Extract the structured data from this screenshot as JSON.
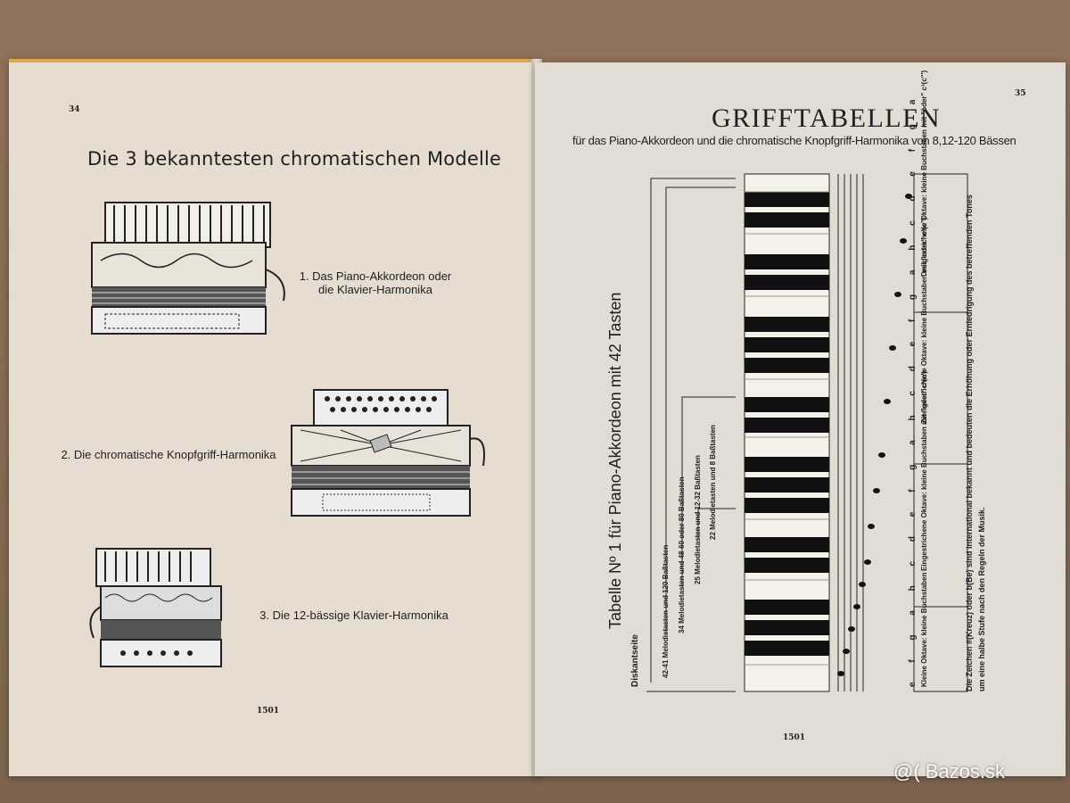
{
  "left_page": {
    "page_number": "34",
    "title": "Die 3 bekanntesten chromatischen Modelle",
    "models": [
      {
        "caption_line1": "1. Das Piano-Akkordeon oder",
        "caption_line2": "die Klavier-Harmonika"
      },
      {
        "caption_line1": "2. Die chromatische Knopfgriff-Harmonika"
      },
      {
        "caption_line1": "3. Die 12-bässige Klavier-Harmonika"
      }
    ],
    "footer_number": "1501"
  },
  "right_page": {
    "page_number": "35",
    "title": "GRIFFTABELLEN",
    "subtitle": "für das Piano-Akkordeon und die chromatische Knopfgriff-Harmonika von 8,12-120 Bässen",
    "table_title": "Tabelle Nº 1 für Piano-Akkordeon mit 42 Tasten",
    "diskant_label": "Diskantseite",
    "bracket_labels": [
      "42-41 Melodietasten und 120 Baßtasten",
      "34 Melodietasten und 48-60 oder 80 Baßtasten",
      "25 Melodietasten und 12-32 Baßtasten",
      "22 Melodietasten und 8 Baßtasten"
    ],
    "octave_labels": [
      "Kleine Oktave: kleine Buchstaben",
      "Eingestrichene Oktave: kleine Buchstaben mit \"oder\" c¹(c')",
      "Zweigestrichene Oktave: kleine Buchstaben mit \"oder\" c²(c'')",
      "Dreigestrichene Oktave: kleine Buchstaben mit \"oder\" c³(c''')"
    ],
    "note_letters": "e f g a h c d e f g a h c d e f g a h c d e f g a",
    "side_note": "Die Zeichen #(Kreuz) oder b(Be) sind international bekannt und bedeuten die Erhöhung oder Erniedrigung des betreffenden Tones um eine halbe Stufe nach den Regeln der Musik.",
    "footer_number": "1501"
  },
  "watermark": "@( Bazos.sk"
}
